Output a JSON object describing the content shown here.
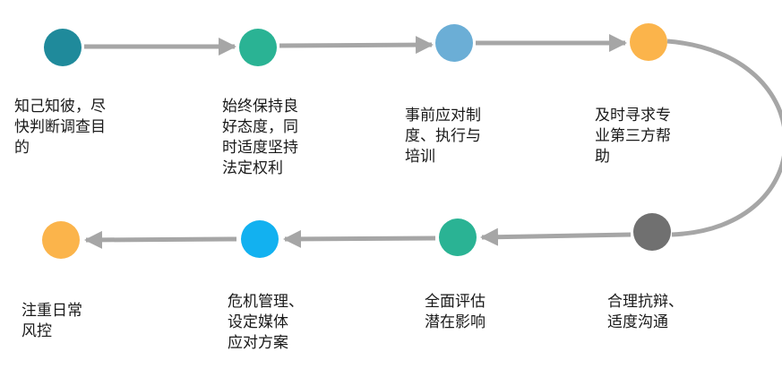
{
  "steps": [
    {
      "id": "s1",
      "color": "#1f8a9b",
      "lines": [
        "知己知彼，尽",
        "快判断调查目",
        "的"
      ]
    },
    {
      "id": "s2",
      "color": "#2ab394",
      "lines": [
        "始终保持良",
        "好态度，同",
        "时适度坚持",
        "法定权利"
      ]
    },
    {
      "id": "s3",
      "color": "#6baed6",
      "lines": [
        "事前应对制",
        "度、执行与",
        "培训"
      ]
    },
    {
      "id": "s4",
      "color": "#fbb44b",
      "lines": [
        "及时寻求专",
        "业第三方帮",
        "助"
      ]
    },
    {
      "id": "s5",
      "color": "#707070",
      "lines": [
        "合理抗辩、",
        "适度沟通"
      ]
    },
    {
      "id": "s6",
      "color": "#2ab394",
      "lines": [
        "全面评估",
        "潜在影响"
      ]
    },
    {
      "id": "s7",
      "color": "#12b1f0",
      "lines": [
        "危机管理、",
        "设定媒体",
        "应对方案"
      ]
    },
    {
      "id": "s8",
      "color": "#fbb44b",
      "lines": [
        "注重日常",
        "风控"
      ]
    }
  ],
  "connector_color": "#a6a6a6"
}
